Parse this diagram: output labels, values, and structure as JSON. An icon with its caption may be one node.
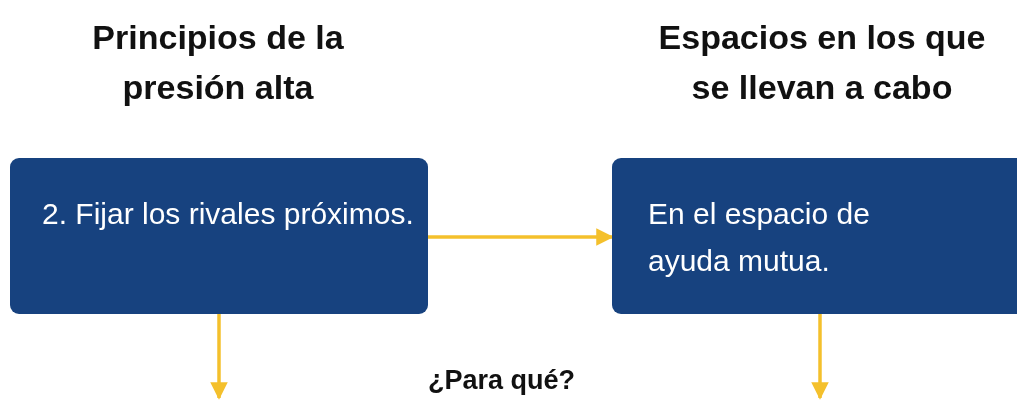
{
  "diagram": {
    "nodes": [
      {
        "text": [
          "Principios de la presión alta",
          "2. Fijar los rivales próximos."
        ]
      },
      {
        "text": [
          "Espacios en los que se llevan a cabo",
          "En el espacio de ayuda mutua."
        ]
      }
    ],
    "edges": [
      {
        "from": 0,
        "to": 1,
        "arrow": "to"
      },
      {
        "from": 0,
        "to": null,
        "arrow": "to"
      },
      {
        "from": 1,
        "to": null,
        "arrow": "to"
      }
    ],
    "labels": [
      "¿Para qué?"
    ]
  }
}
